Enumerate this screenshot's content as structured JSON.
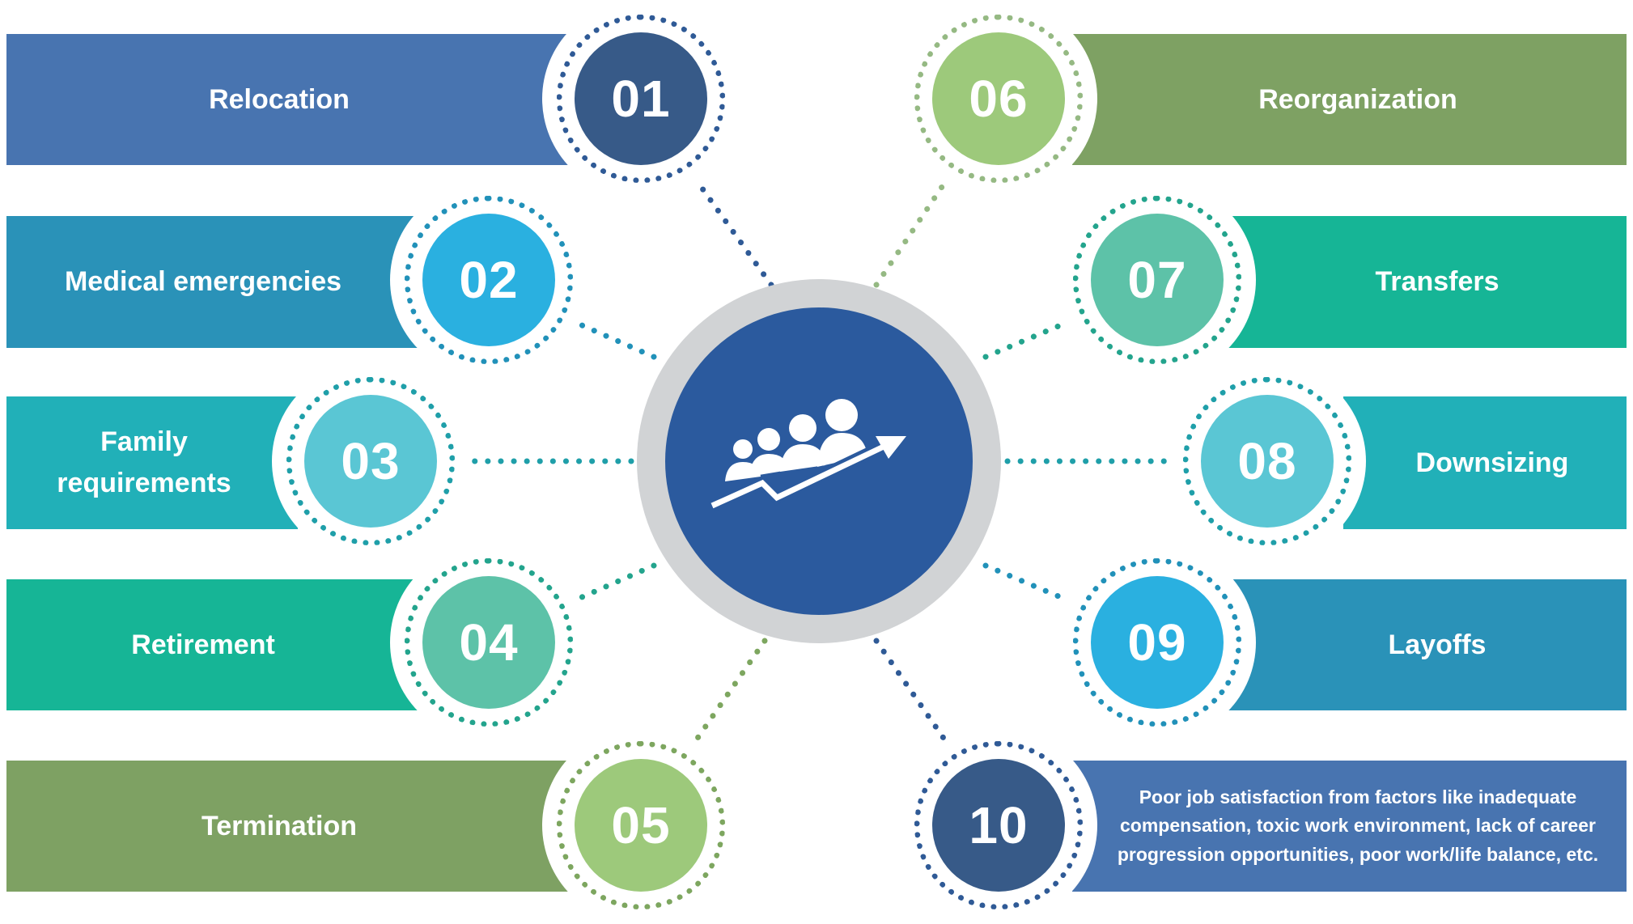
{
  "center": {
    "icon": "team-growth-icon",
    "ring_color": "#d1d3d5",
    "fill_color": "#2b5a9e"
  },
  "items": [
    {
      "number": "01",
      "label": "Relocation",
      "side": "left",
      "bar_color": "#4874b0",
      "badge_color": "#375a88",
      "dot_color": "#2f5a96"
    },
    {
      "number": "02",
      "label": "Medical emergencies",
      "side": "left",
      "bar_color": "#2a92b8",
      "badge_color": "#2ab0e0",
      "dot_color": "#2191b9"
    },
    {
      "number": "03",
      "label": "Family requirements",
      "side": "left",
      "bar_color": "#21b0b8",
      "badge_color": "#5ac6d4",
      "dot_color": "#1f9fa9"
    },
    {
      "number": "04",
      "label": "Retirement",
      "side": "left",
      "bar_color": "#16b596",
      "badge_color": "#5dc2a8",
      "dot_color": "#23a48d"
    },
    {
      "number": "05",
      "label": "Termination",
      "side": "left",
      "bar_color": "#7ea163",
      "badge_color": "#9dc97b",
      "dot_color": "#7da65f"
    },
    {
      "number": "06",
      "label": "Reorganization",
      "side": "right",
      "bar_color": "#7ea163",
      "badge_color": "#9dc97b",
      "dot_color": "#95b983"
    },
    {
      "number": "07",
      "label": "Transfers",
      "side": "right",
      "bar_color": "#16b596",
      "badge_color": "#5dc2a8",
      "dot_color": "#23a48d"
    },
    {
      "number": "08",
      "label": "Downsizing",
      "side": "right",
      "bar_color": "#21b0b8",
      "badge_color": "#5ac6d4",
      "dot_color": "#1f9fa9"
    },
    {
      "number": "09",
      "label": "Layoffs",
      "side": "right",
      "bar_color": "#2a92b8",
      "badge_color": "#2ab0e0",
      "dot_color": "#2191b9"
    },
    {
      "number": "10",
      "label": "Poor job satisfaction from factors like inadequate compensation, toxic work environment, lack of career progression opportunities, poor work/life balance, etc.",
      "side": "right",
      "bar_color": "#4874b0",
      "badge_color": "#375a88",
      "dot_color": "#2f5a96"
    }
  ]
}
